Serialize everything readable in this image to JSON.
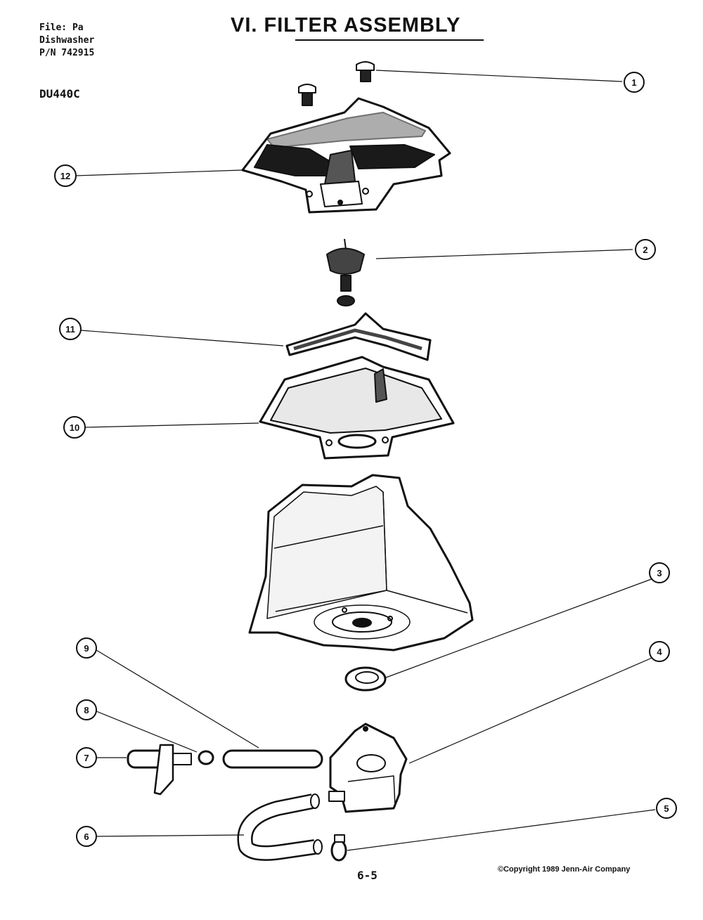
{
  "header": {
    "file_label": "File: Pa",
    "line2": "Dishwasher",
    "line3": "P/N 742915",
    "model": "DU440C"
  },
  "title": "VI. FILTER ASSEMBLY",
  "footer": {
    "page_number": "6-5",
    "copyright": "©Copyright 1989 Jenn-Air Company"
  },
  "callouts": [
    "1",
    "2",
    "3",
    "4",
    "5",
    "6",
    "7",
    "8",
    "9",
    "10",
    "11",
    "12"
  ],
  "colors": {
    "ink": "#111111",
    "paper": "#ffffff",
    "shade": "#8a8a8a"
  }
}
